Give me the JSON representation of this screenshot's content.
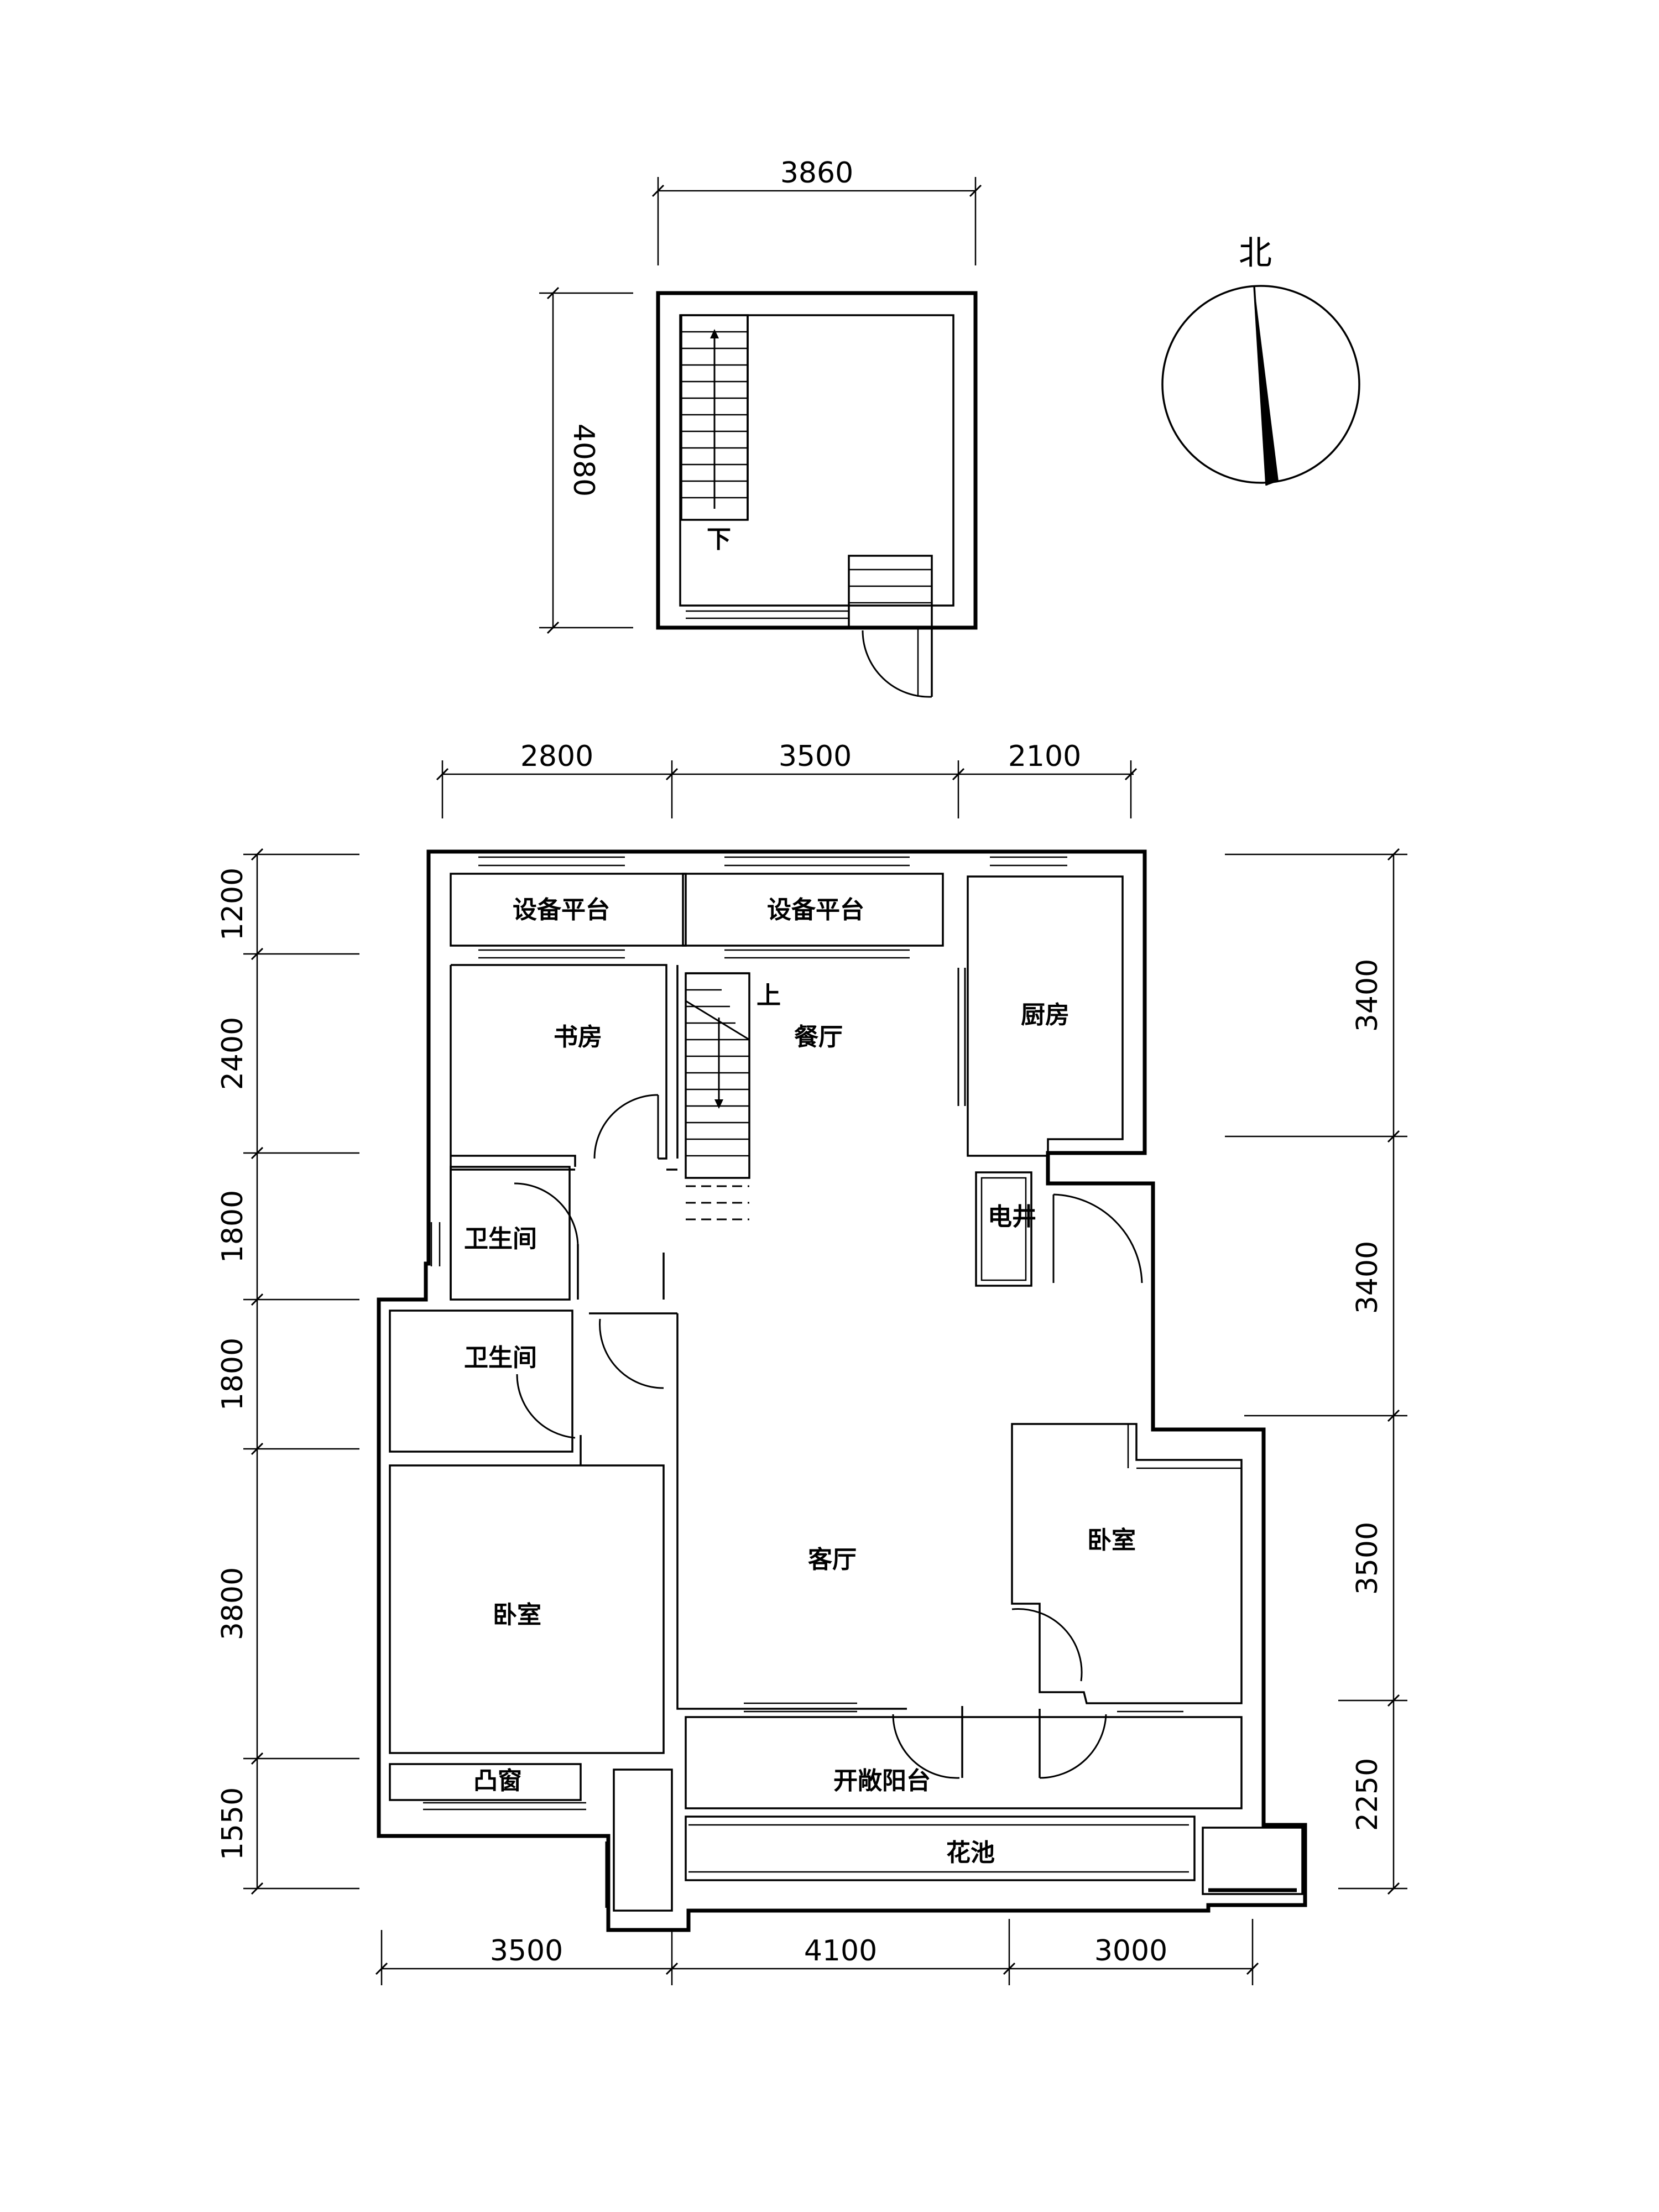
{
  "upper_floor": {
    "dim_width": "3860",
    "dim_height": "4080",
    "stair_down_label": "下"
  },
  "compass": {
    "label": "北"
  },
  "main_floor": {
    "dims_top": [
      "2800",
      "3500",
      "2100"
    ],
    "dims_bottom": [
      "3500",
      "4100",
      "3000"
    ],
    "dims_left": [
      "1200",
      "2400",
      "1800",
      "1800",
      "3800",
      "1550"
    ],
    "dims_right": [
      "3400",
      "3400",
      "3500",
      "2250"
    ],
    "stair_up_label": "上",
    "rooms": {
      "equipment_platform_1": "设备平台",
      "equipment_platform_2": "设备平台",
      "study": "书房",
      "dining": "餐厅",
      "kitchen": "厨房",
      "electric_shaft": "电井",
      "bathroom_1": "卫生间",
      "bathroom_2": "卫生间",
      "living_room": "客厅",
      "bedroom_master": "卧室",
      "bedroom_east": "卧室",
      "bay_window": "凸窗",
      "open_balcony": "开敞阳台",
      "flower_bed": "花池"
    }
  }
}
